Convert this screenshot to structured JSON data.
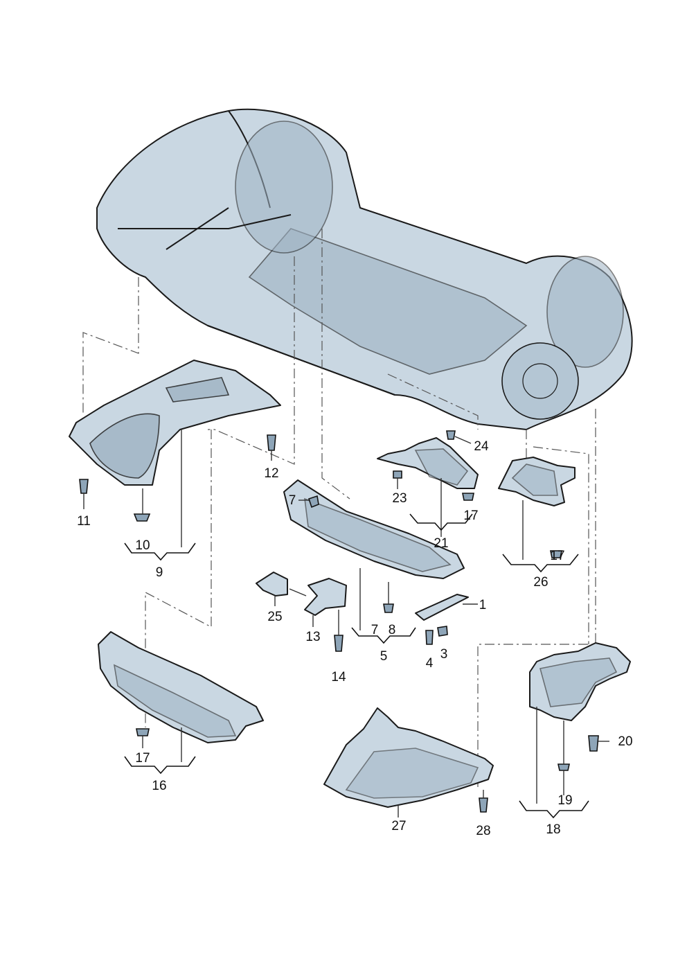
{
  "colors": {
    "part_fill": "#c9d7e2",
    "part_shade": "#9fb3c4",
    "line": "#1a1a1a",
    "background": "#ffffff"
  },
  "callouts": {
    "p1": "1",
    "p3": "3",
    "p4": "4",
    "p5": "5",
    "p7a": "7",
    "p7b": "7",
    "p8": "8",
    "p9": "9",
    "p10": "10",
    "p11": "11",
    "p12": "12",
    "p13": "13",
    "p14": "14",
    "p16": "16",
    "p17a": "17",
    "p17b": "17",
    "p17c": "17",
    "p18": "18",
    "p19": "19",
    "p20": "20",
    "p21": "21",
    "p23": "23",
    "p24": "24",
    "p25": "25",
    "p26": "26",
    "p27": "27",
    "p28": "28"
  }
}
